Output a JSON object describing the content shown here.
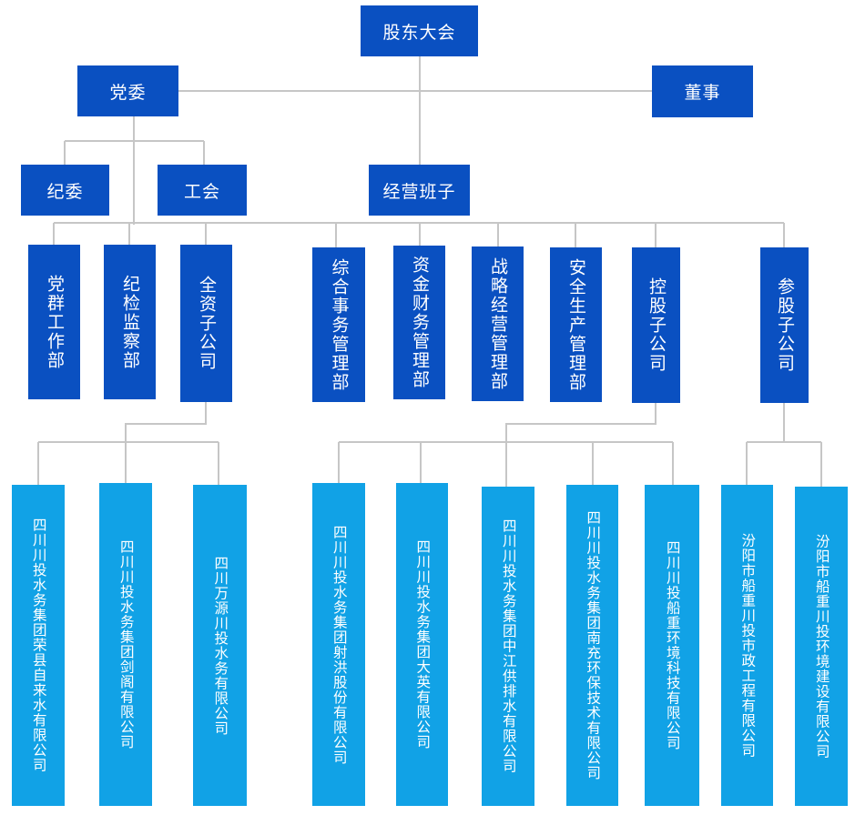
{
  "colors": {
    "level_dark": "#0a50c1",
    "level_light": "#11a2e6",
    "connector": "#c6c6c6"
  },
  "top": {
    "shareholders": "股东大会",
    "party_committee": "党委",
    "board": "董事"
  },
  "second": {
    "discipline_committee": "纪委",
    "union": "工会",
    "management_team": "经营班子"
  },
  "departments": [
    "党群工作部",
    "纪检监察部",
    "全资子公司",
    "综合事务管理部",
    "资金财务管理部",
    "战略经营管理部",
    "安全生产管理部",
    "控股子公司",
    "参股子公司"
  ],
  "companies": {
    "wholly_owned": [
      "四川川投水务集团荣县自来水有限公司",
      "四川川投水务集团剑阁有限公司",
      "四川万源川投水务有限公司"
    ],
    "holding": [
      "四川川投水务集团射洪股份有限公司",
      "四川川投水务集团大英有限公司",
      "四川川投水务集团中江供排水有限公司",
      "四川川投水务集团南充环保技术有限公司",
      "四川川投船重环境科技有限公司"
    ],
    "equity": [
      "汾阳市船重川投市政工程有限公司",
      "汾阳市船重川投环境建设有限公司"
    ]
  }
}
